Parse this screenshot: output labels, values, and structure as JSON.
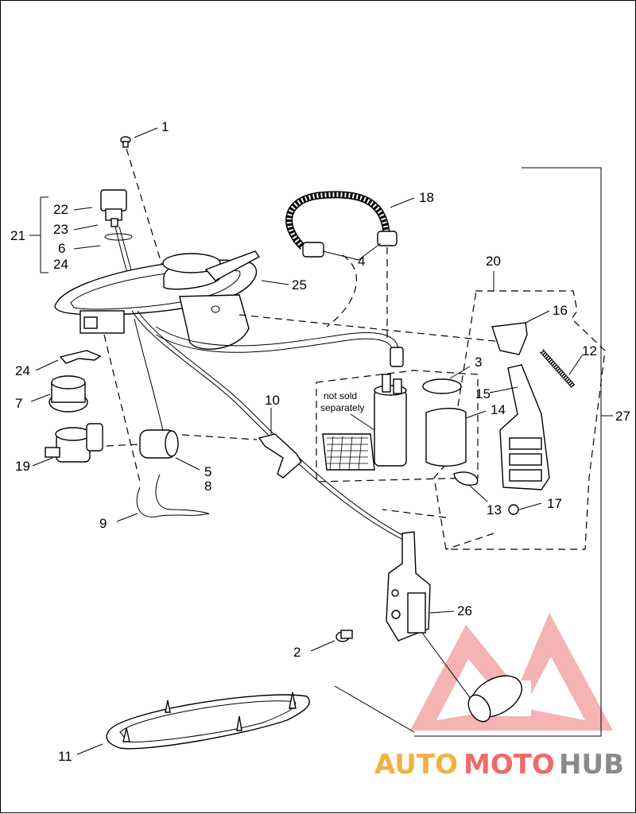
{
  "callouts": {
    "c1": "1",
    "c2": "2",
    "c3": "3",
    "c4": "4",
    "c5": "5",
    "c6": "6",
    "c7": "7",
    "c8": "8",
    "c9": "9",
    "c10": "10",
    "c11": "11",
    "c12": "12",
    "c13": "13",
    "c14": "14",
    "c15": "15",
    "c16": "16",
    "c17": "17",
    "c18": "18",
    "c19": "19",
    "c20": "20",
    "c21": "21",
    "c22": "22",
    "c23": "23",
    "c24a": "24",
    "c24b": "24",
    "c25": "25",
    "c26": "26",
    "c27": "27"
  },
  "note": {
    "line1": "not sold",
    "line2": "separately"
  },
  "watermark": {
    "part1": "AUTO",
    "part2": "MOTO",
    "part3": "HUB"
  },
  "colors": {
    "watermark_orange": "#f4b042",
    "watermark_red": "#ef6a6a",
    "watermark_gray": "#8a8a8a"
  }
}
